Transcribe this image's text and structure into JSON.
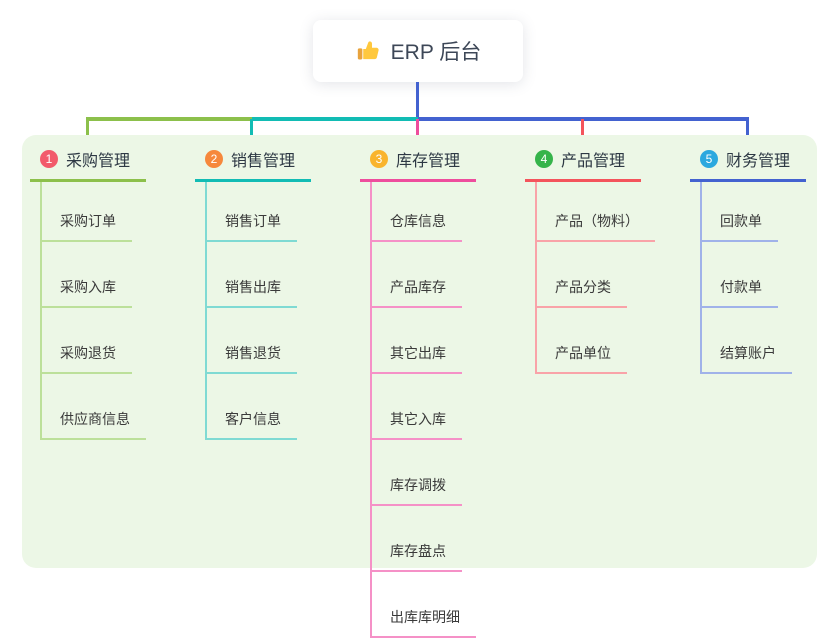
{
  "root": {
    "title": "ERP 后台",
    "icon": "thumbs-up-icon"
  },
  "colors": {
    "canvas_bg": "#FFFFFF",
    "panel_bg": "#ECF7E6",
    "stem_blue": "#4362D0",
    "root_text": "#3D4757"
  },
  "branches": [
    {
      "index": "1",
      "title": "采购管理",
      "badge_color": "#F25A6B",
      "line_color": "#8CC04B",
      "child_line_color": "#BCE09A",
      "children": [
        "采购订单",
        "采购入库",
        "采购退货",
        "供应商信息"
      ]
    },
    {
      "index": "2",
      "title": "销售管理",
      "badge_color": "#F6883C",
      "line_color": "#12BCB4",
      "child_line_color": "#7FDAD3",
      "children": [
        "销售订单",
        "销售出库",
        "销售退货",
        "客户信息"
      ]
    },
    {
      "index": "3",
      "title": "库存管理",
      "badge_color": "#F9B42D",
      "line_color": "#EE4D9D",
      "child_line_color": "#F591C7",
      "children": [
        "仓库信息",
        "产品库存",
        "其它出库",
        "其它入库",
        "库存调拨",
        "库存盘点",
        "出库库明细"
      ]
    },
    {
      "index": "4",
      "title": "产品管理",
      "badge_color": "#35B44A",
      "line_color": "#F4545C",
      "child_line_color": "#F9A3A8",
      "children": [
        "产品（物料）",
        "产品分类",
        "产品单位"
      ]
    },
    {
      "index": "5",
      "title": "财务管理",
      "badge_color": "#2BA8DF",
      "line_color": "#4362D0",
      "child_line_color": "#A0B2E9",
      "children": [
        "回款单",
        "付款单",
        "结算账户"
      ]
    }
  ]
}
